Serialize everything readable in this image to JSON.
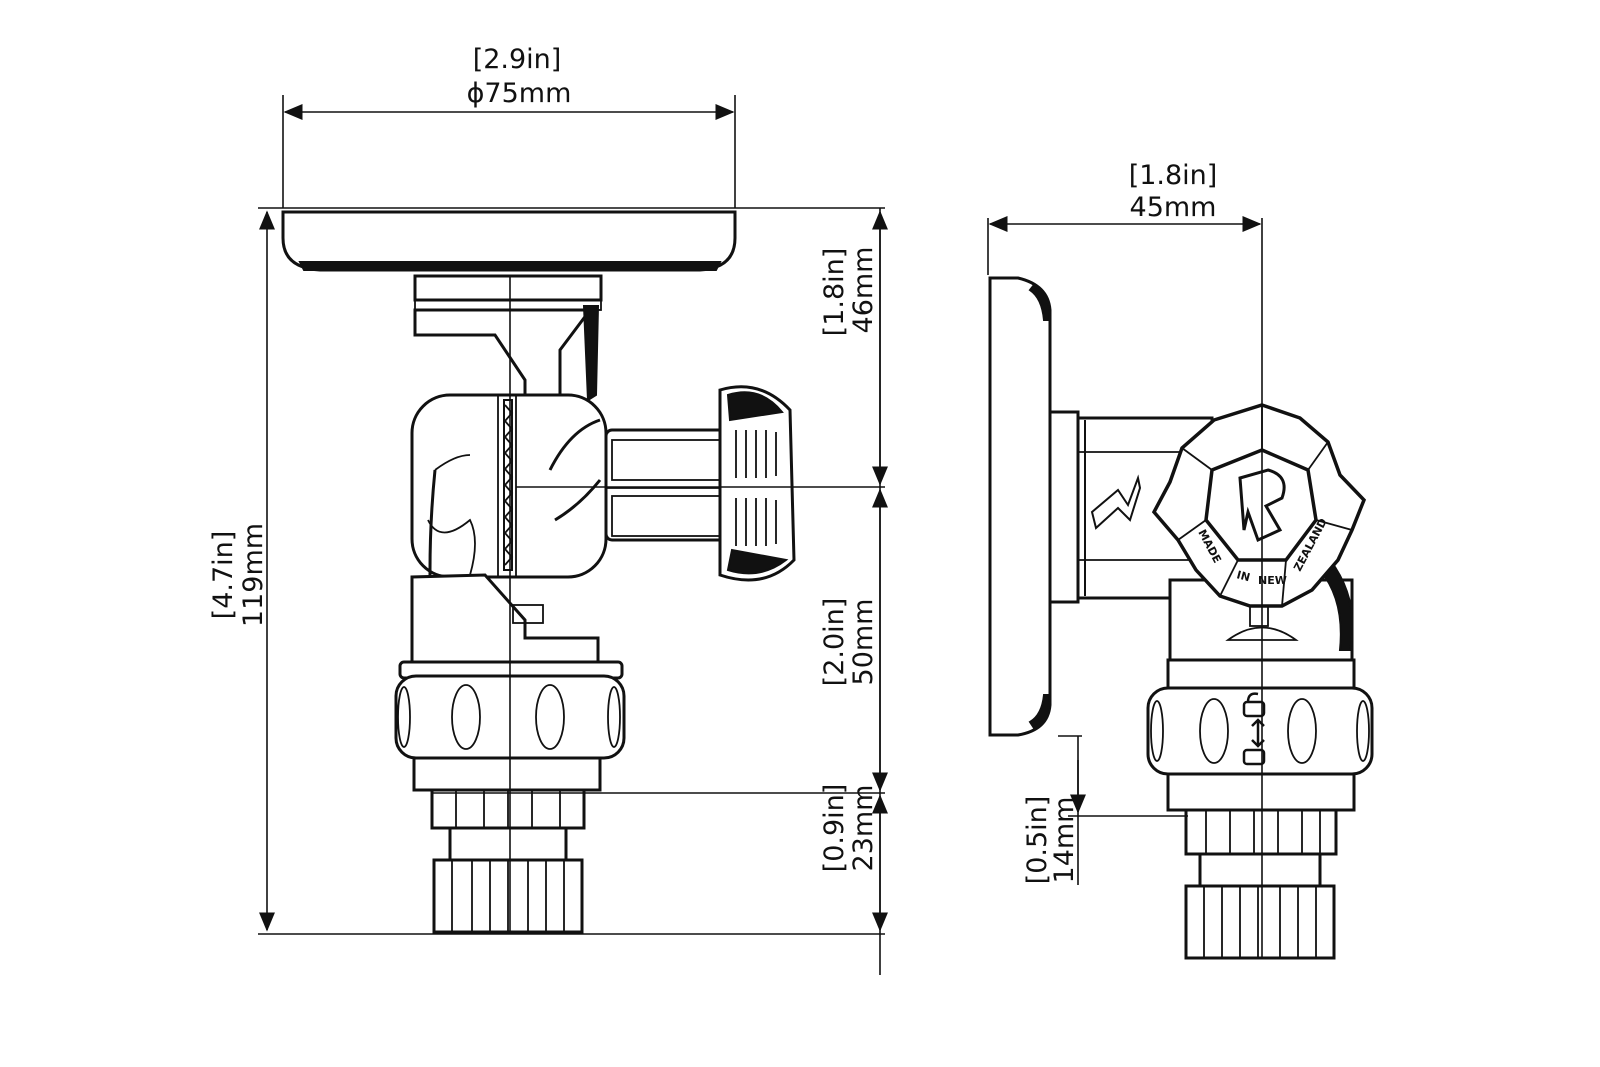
{
  "front_view": {
    "diameter_in": "[2.9in]",
    "diameter_mm": "ϕ75mm",
    "top_height_in": "[1.8in]",
    "top_height_mm": "46mm",
    "mid_height_in": "[2.0in]",
    "mid_height_mm": "50mm",
    "bottom_height_in": "[0.9in]",
    "bottom_height_mm": "23mm",
    "total_height_in": "[4.7in]",
    "total_height_mm": "119mm"
  },
  "side_view": {
    "depth_in": "[1.8in]",
    "depth_mm": "45mm",
    "offset_in": "[0.5in]",
    "offset_mm": "14mm",
    "knob_text": {
      "made": "MADE",
      "in": "IN",
      "new": "NEW",
      "zealand": "ZEALAND"
    }
  }
}
